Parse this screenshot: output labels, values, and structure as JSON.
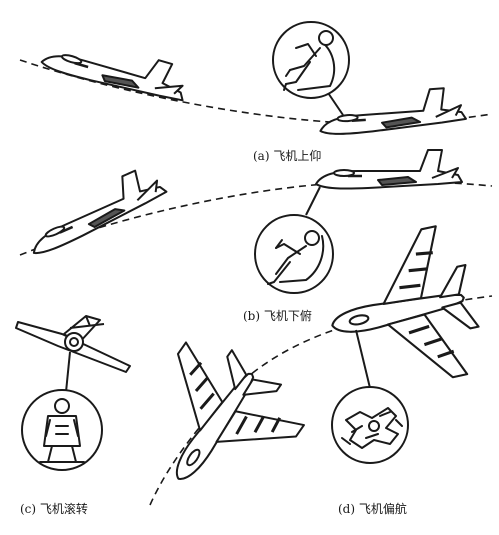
{
  "captions": {
    "a": "(a) 飞机上仰",
    "b": "(b) 飞机下俯",
    "c": "(c) 飞机滚转",
    "d": "(d) 飞机偏航"
  },
  "colors": {
    "ink": "#1a1a1a",
    "paper": "#ffffff"
  }
}
